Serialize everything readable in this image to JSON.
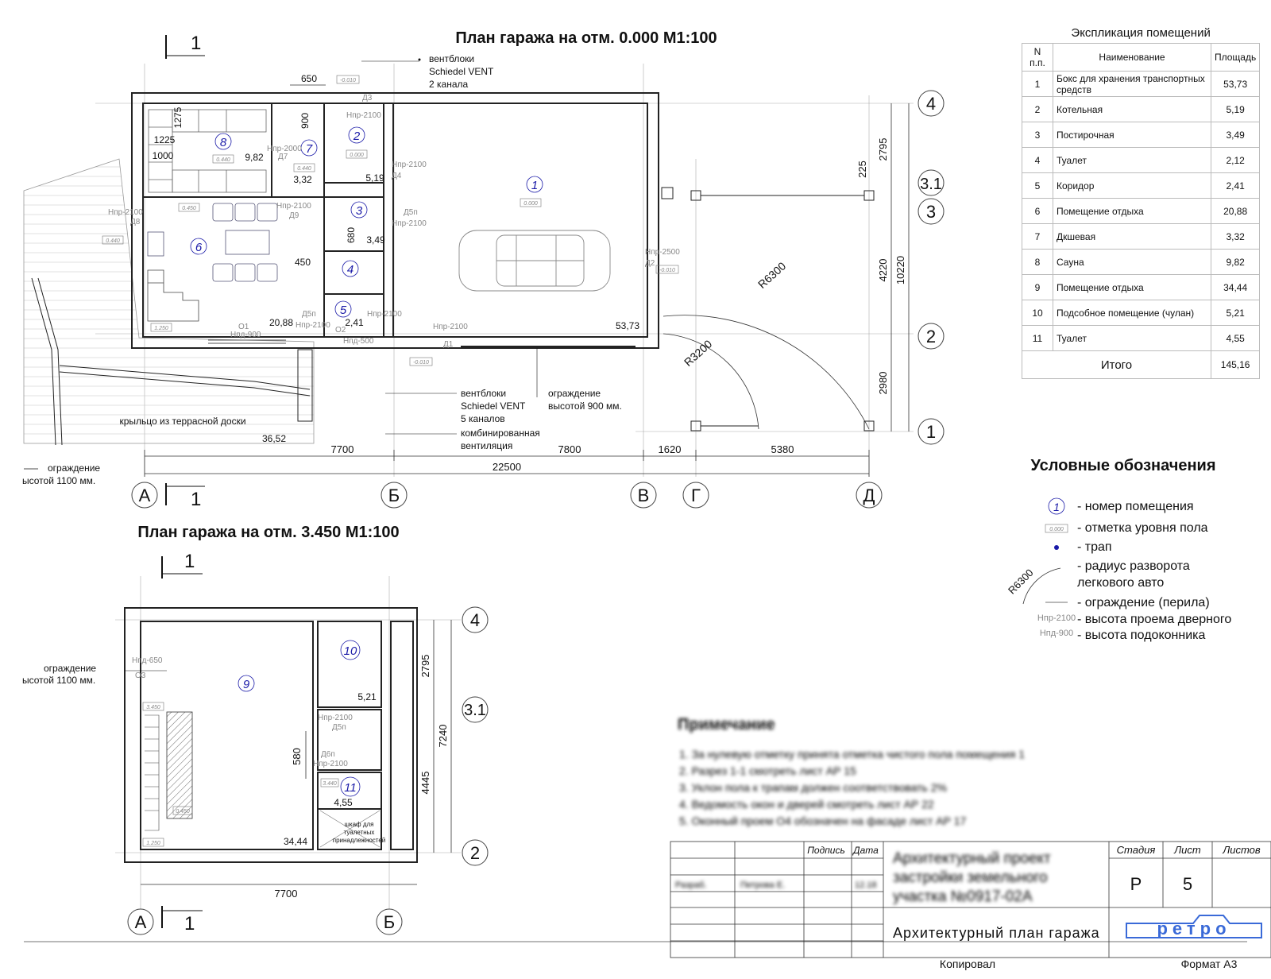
{
  "plan1": {
    "title": "План гаража на отм. 0.000 М1:100",
    "section_mark": "1",
    "axes_v": [
      "А",
      "Б",
      "В",
      "Г",
      "Д"
    ],
    "axes_h": [
      "4",
      "3.1",
      "3",
      "2",
      "1"
    ],
    "dims_h": [
      "7700",
      "7800",
      "1620",
      "5380",
      "22500"
    ],
    "dims_v": [
      "2795",
      "225",
      "4220",
      "10220",
      "2980"
    ],
    "dim_650": "650",
    "dim_450": "450",
    "dim_680": "680",
    "dim_900": "900",
    "dim_1275": "1275",
    "dim_1225": "1225",
    "dim_1000": "1000",
    "radius_big": "R6300",
    "radius_small": "R3200",
    "note_vent2": [
      "вентблоки",
      "Schiedel VENT",
      "2 канала"
    ],
    "note_vent5": [
      "вентблоки",
      "Schiedel VENT",
      "5 каналов"
    ],
    "note_combined": [
      "комбинированная",
      "вентиляция"
    ],
    "note_fence900": [
      "ограждение",
      "высотой 900 мм."
    ],
    "note_fence1100": [
      "ограждение",
      "ысотой 1100 мм."
    ],
    "note_porch": "крыльцо из террасной доски",
    "porch_area": "36,52",
    "rooms": [
      {
        "num": "1",
        "area": "53,73"
      },
      {
        "num": "2",
        "area": "5,19"
      },
      {
        "num": "3",
        "area": "3,49"
      },
      {
        "num": "4",
        "area": "2,12"
      },
      {
        "num": "5",
        "area": "2,41"
      },
      {
        "num": "6",
        "area": "20,88"
      },
      {
        "num": "7",
        "area": "3,32"
      },
      {
        "num": "8",
        "area": "9,82"
      }
    ],
    "levels": [
      "0.000",
      "-0.010",
      "0.440",
      "0.450",
      "1.250"
    ],
    "openings": [
      "Нпр-2100",
      "Нпр-2000",
      "Нпр-2500",
      "Нпд-900",
      "Нпд-500",
      "Д1",
      "Д2",
      "Д3",
      "Д4",
      "Д5п",
      "Д7",
      "Д8",
      "Д9",
      "О1",
      "О2"
    ]
  },
  "plan2": {
    "title": "План гаража на отм. 3.450 М1:100",
    "section_mark": "1",
    "axes_v": [
      "А",
      "Б"
    ],
    "axes_h": [
      "4",
      "3.1",
      "2"
    ],
    "dims": [
      "2795",
      "7240",
      "4445",
      "580",
      "7700"
    ],
    "note_fence1100": [
      "ограждение",
      "ысотой 1100 мм."
    ],
    "note_cabinet": [
      "шкаф для",
      "туалетных",
      "принадлежностей"
    ],
    "rooms": [
      {
        "num": "9",
        "area": "34,44"
      },
      {
        "num": "10",
        "area": "5,21"
      },
      {
        "num": "11",
        "area": "4,55"
      }
    ],
    "levels": [
      "3.450",
      "3.440",
      "0.450",
      "1.250"
    ],
    "openings": [
      "Нпд-650",
      "О3",
      "Нпр-2100",
      "Д5п",
      "Д6п"
    ]
  },
  "explication": {
    "title": "Экспликация помещений",
    "headers": [
      "N п.п.",
      "Наименование",
      "Площадь"
    ],
    "rows": [
      [
        "1",
        "Бокс для хранения транспортных средств",
        "53,73"
      ],
      [
        "2",
        "Котельная",
        "5,19"
      ],
      [
        "3",
        "Постирочная",
        "3,49"
      ],
      [
        "4",
        "Туалет",
        "2,12"
      ],
      [
        "5",
        "Коридор",
        "2,41"
      ],
      [
        "6",
        "Помещение отдыха",
        "20,88"
      ],
      [
        "7",
        "Дкшевая",
        "3,32"
      ],
      [
        "8",
        "Сауна",
        "9,82"
      ],
      [
        "9",
        "Помещение отдыха",
        "34,44"
      ],
      [
        "10",
        "Подсобное помещение  (чулан)",
        "5,21"
      ],
      [
        "11",
        "Туалет",
        "4,55"
      ]
    ],
    "total_label": "Итого",
    "total_value": "145,16"
  },
  "legend": {
    "title": "Условные обозначения",
    "items": [
      {
        "symbol": "1",
        "text": "номер помещения"
      },
      {
        "symbol": "0.000",
        "text": "отметка уровня пола"
      },
      {
        "symbol": "",
        "text": "трап"
      },
      {
        "symbol": "R6300",
        "text": "радиус разворота"
      },
      {
        "symbol": "",
        "text": "легкового авто"
      },
      {
        "symbol": "",
        "text": "ограждение (перила)"
      },
      {
        "symbol": "Нпр-2100",
        "text": "высота проема дверного"
      },
      {
        "symbol": "Нпд-900",
        "text": "высота подоконника"
      }
    ]
  },
  "notes": {
    "title": "Примечание",
    "lines": [
      "1.  За нулевую отметку принята отметка чистого пола помещения   1",
      "2.  Разрез 1-1 смотреть лист АР  15",
      "3.  Уклон пола к трапам должен соответствовать  2%",
      "4.  Ведомость окон и дверей смотреть лист АР  22",
      "5.  Оконный проем О4 обозначен на фасаде лист АР  17"
    ]
  },
  "title_block": {
    "col_sign": "Подпись",
    "col_date": "Дата",
    "col_stage": "Стадия",
    "col_sheet": "Лист",
    "col_sheets": "Листов",
    "stage": "Р",
    "sheet": "5",
    "project": [
      "Архитектурный проект",
      "застройки земельного",
      "участка  №0917-02А"
    ],
    "role": "Разраб.",
    "author": "Петрова Е.",
    "date": "12.18",
    "drawing_name": "Архитектурный план гаража",
    "logo": "ретро",
    "copied": "Копировал",
    "format": "Формат А3"
  },
  "colors": {
    "ink": "#111111",
    "room_number": "#1a1aa8",
    "fine_line": "#999999"
  }
}
